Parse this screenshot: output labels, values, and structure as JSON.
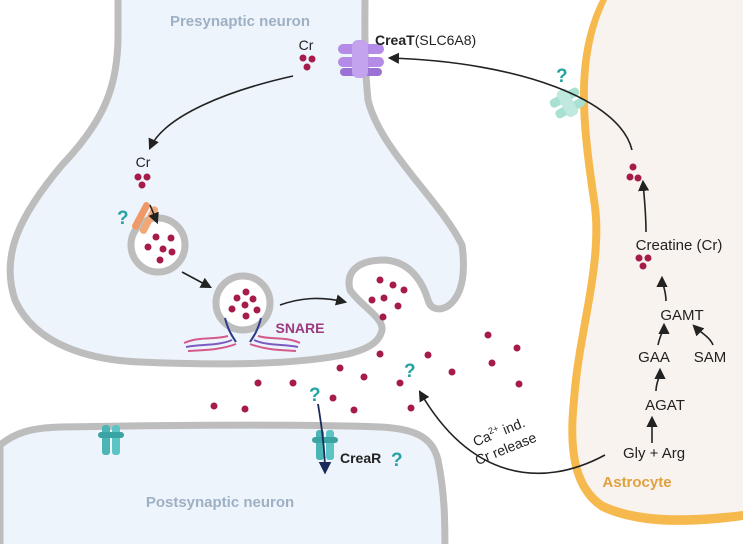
{
  "neurons": {
    "presynaptic_label": "Presynaptic neuron",
    "postsynaptic_label": "Postsynaptic neuron"
  },
  "astrocyte": {
    "label": "Astrocyte",
    "pathway": {
      "substrates": "Gly + Arg",
      "enzyme1": "AGAT",
      "intermediate": "GAA",
      "enzyme2": "GAMT",
      "cofactor": "SAM",
      "product": "Creatine (Cr)"
    },
    "release": {
      "ca_prefix": "Ca",
      "ca_superscript": "2+",
      "ca_suffix": " ind.",
      "line2": "Cr release"
    }
  },
  "transporter": {
    "name_bold": "CreaT",
    "name_rest": "(SLC6A8)"
  },
  "receptor": {
    "name": "CreaR"
  },
  "labels": {
    "cr_top": "Cr",
    "cr_mid": "Cr",
    "snare": "SNARE",
    "question": "?"
  },
  "colors": {
    "creatine_dot": "#a51c4a",
    "transporter": "#b48be6",
    "astro_channel": "#a8e0d2",
    "vesicle_pump": "#ef9a66",
    "receptor": "#4bb5b5",
    "astro_border": "#f6b94d",
    "astro_fill": "#f8f3ee",
    "neuron_fill": "#eef4fb",
    "membrane": "#bdbdbd",
    "question": "#26a2a2",
    "snare_text": "#9b3a80"
  }
}
